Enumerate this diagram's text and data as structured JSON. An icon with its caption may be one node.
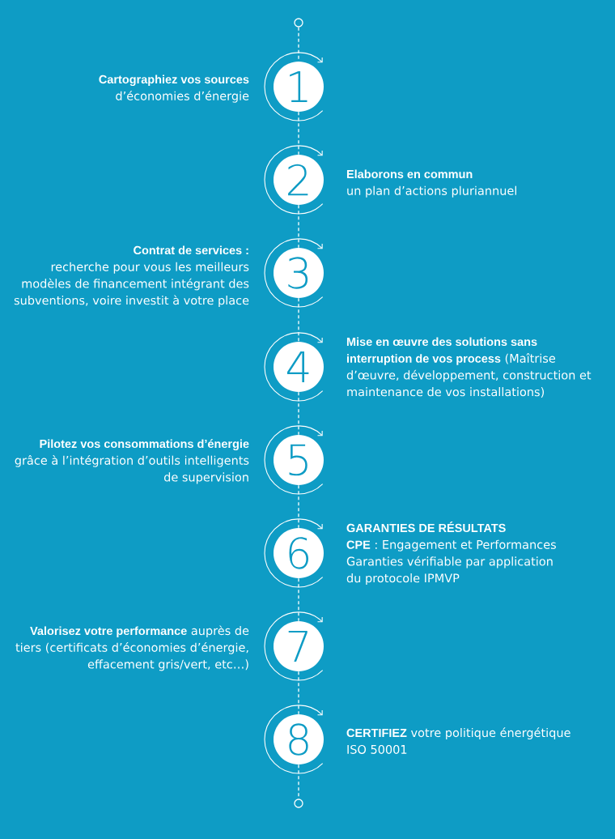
{
  "diagram": {
    "nodes": [
      {
        "text": [],
        "shape": "circle"
      },
      {
        "text": [
          "1"
        ],
        "beside": [
          "Cartographiez vos sources",
          "d’économies d’énergie"
        ]
      },
      {
        "text": [
          "2"
        ],
        "beside": [
          "Elaborons en commun",
          "un plan d’actions pluriannuel"
        ]
      },
      {
        "text": [
          "3"
        ],
        "beside": [
          "Contrat de services :",
          "recherche pour vous les meilleurs modèles de financement intégrant des subventions, voire investit à votre place"
        ]
      },
      {
        "text": [
          "4"
        ],
        "beside": [
          "**Mise en œuvre des solutions sans interruption de vos process** (Maîtrise d’œuvre, développement, construction et maintenance de vos installations)"
        ]
      },
      {
        "text": [
          "5"
        ],
        "beside": [
          "Pilotez vos consommations d’énergie",
          "grâce à l’intégration d’outils intelligents de supervision"
        ]
      },
      {
        "text": [
          "6"
        ],
        "beside": [
          "GARANTIES DE RÉSULTATS",
          "**CPE** : Engagement et Performances Garanties vérifiable par application du protocole IPMVP"
        ]
      },
      {
        "text": [
          "7"
        ],
        "beside": [
          "**Valorisez votre performance** auprès de tiers (certificats d’économies d’énergie, effacement gris/vert, etc…)"
        ]
      },
      {
        "text": [
          "8"
        ],
        "beside": [
          "**CERTIFIEZ** votre politique énergétique",
          "ISO 50001"
        ]
      },
      {
        "text": [],
        "shape": "circle"
      }
    ],
    "edges": [
      {
        "from": 0,
        "to": 1,
        "arrow": "none",
        "style": "dashed"
      },
      {
        "from": 1,
        "to": 2,
        "arrow": "none",
        "style": "dashed"
      },
      {
        "from": 2,
        "to": 3,
        "arrow": "none",
        "style": "dashed"
      },
      {
        "from": 3,
        "to": 4,
        "arrow": "none",
        "style": "dashed"
      },
      {
        "from": 4,
        "to": 5,
        "arrow": "none",
        "style": "dashed"
      },
      {
        "from": 5,
        "to": 6,
        "arrow": "none",
        "style": "dashed"
      },
      {
        "from": 6,
        "to": 7,
        "arrow": "none",
        "style": "dashed"
      },
      {
        "from": 7,
        "to": 8,
        "arrow": "none",
        "style": "dashed"
      },
      {
        "from": 8,
        "to": 9,
        "arrow": "none",
        "style": "dashed"
      }
    ]
  }
}
